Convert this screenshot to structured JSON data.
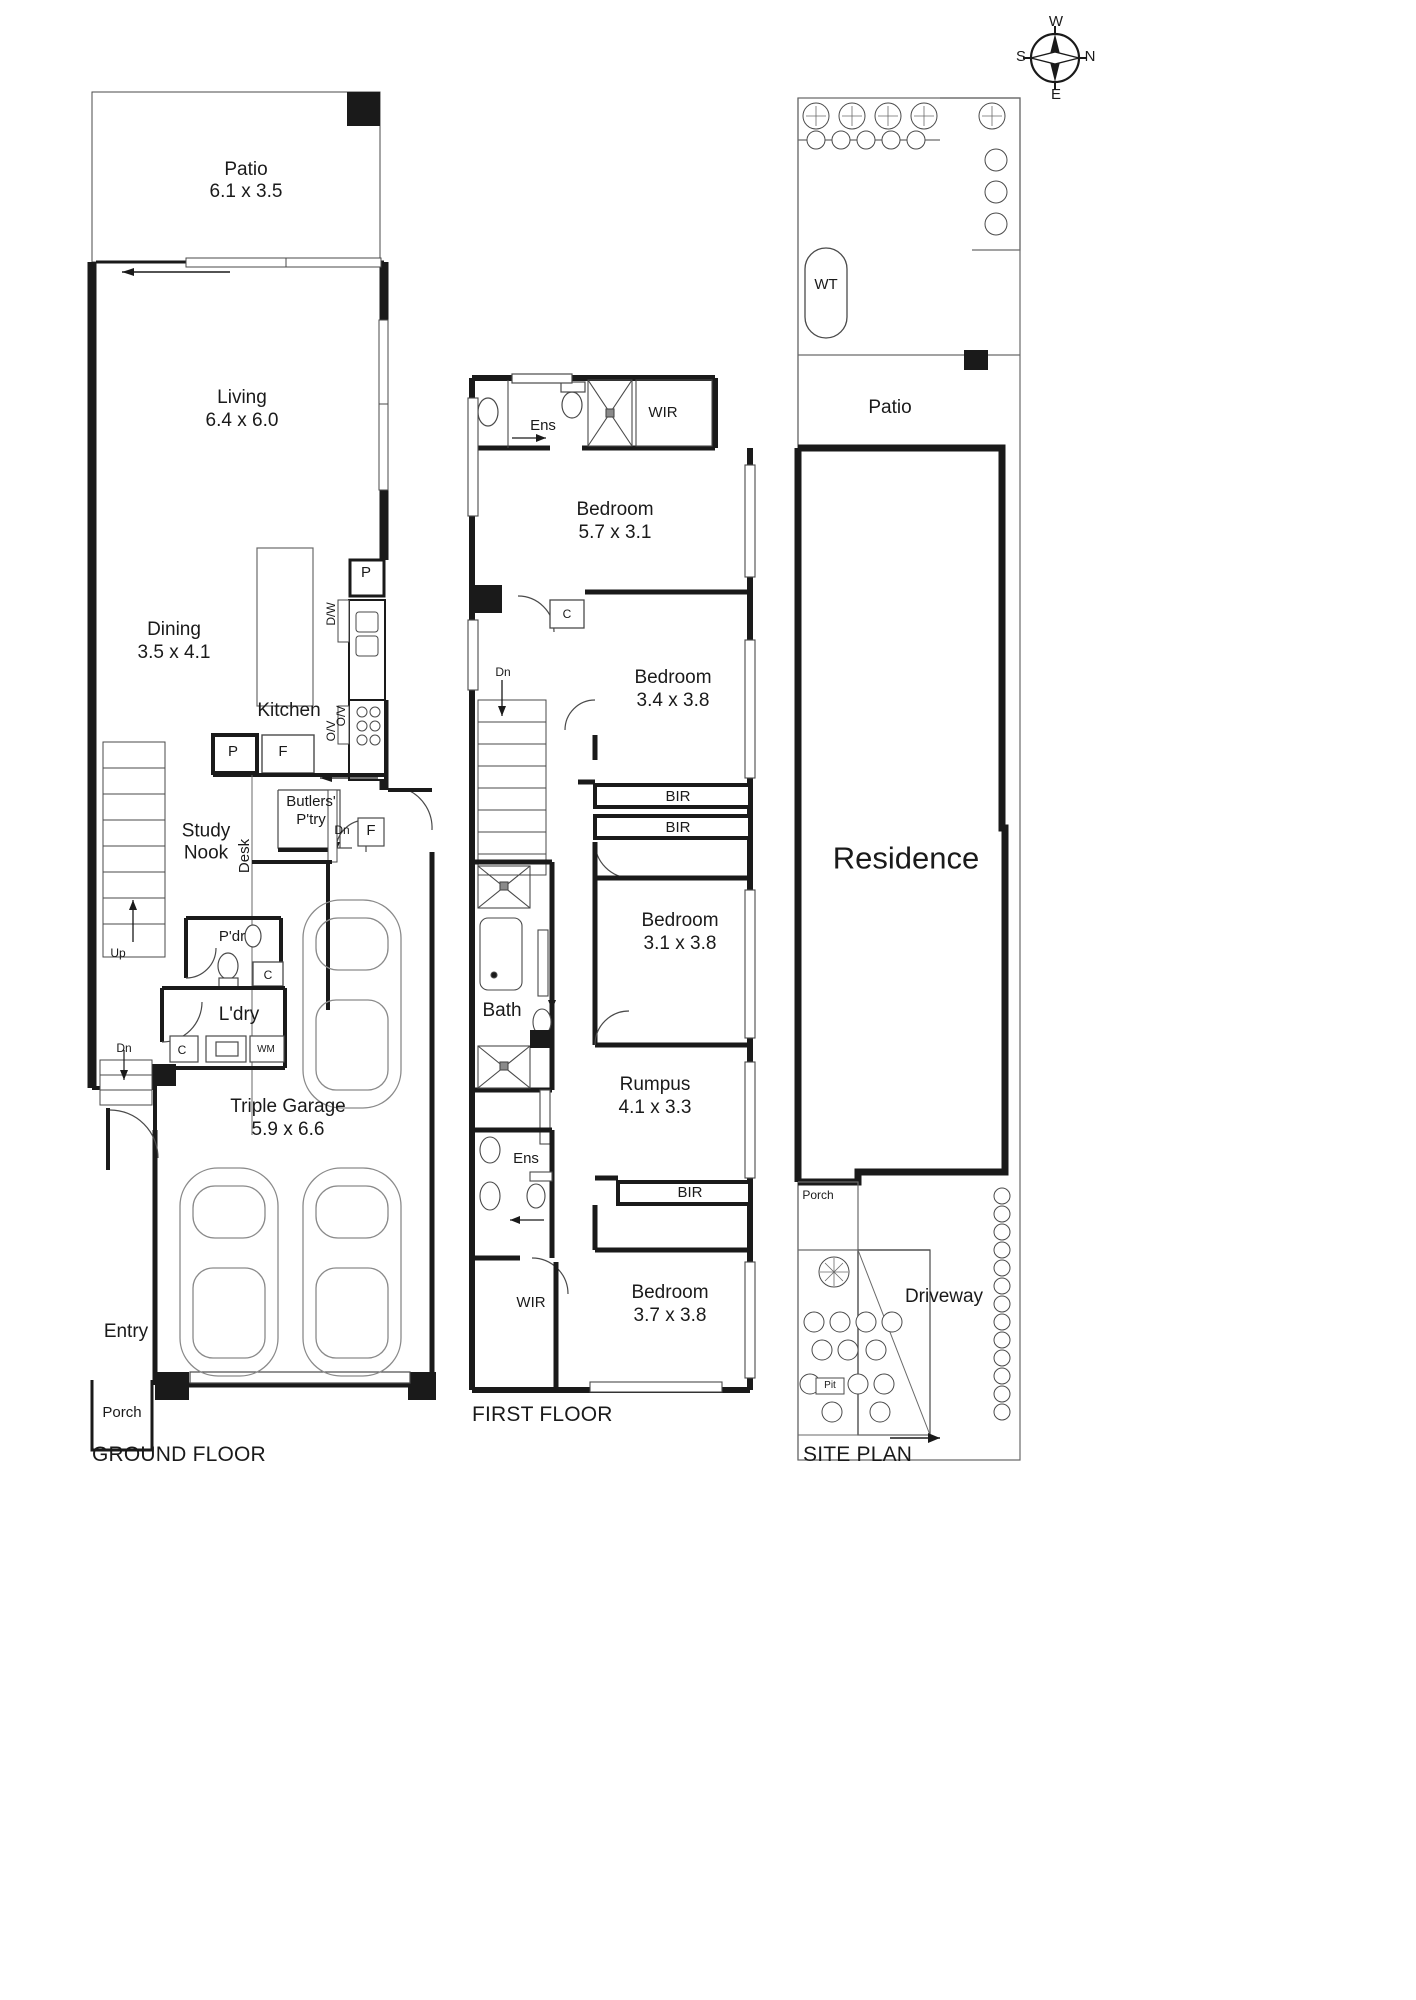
{
  "document": {
    "type": "real-estate-floorplan",
    "sheets": [
      "GROUND FLOOR",
      "FIRST FLOOR",
      "SITE PLAN"
    ]
  },
  "compass": {
    "name": "compass-rose",
    "north": "N",
    "south": "S",
    "east": "E",
    "west": "W"
  },
  "ground_floor": {
    "title": "GROUND FLOOR",
    "rooms": [
      {
        "name": "Patio",
        "dim": "6.1 x 3.5"
      },
      {
        "name": "Living",
        "dim": "6.4 x 6.0"
      },
      {
        "name": "Dining",
        "dim": "3.5 x 4.1"
      },
      {
        "name": "Kitchen",
        "dim": ""
      },
      {
        "name": "Study\nNook",
        "dim": ""
      },
      {
        "name": "L'dry",
        "dim": ""
      },
      {
        "name": "Triple Garage",
        "dim": "5.9 x 6.6"
      },
      {
        "name": "Entry",
        "dim": ""
      },
      {
        "name": "Porch",
        "dim": ""
      }
    ],
    "annotations": [
      {
        "text": "P",
        "role": "pantry"
      },
      {
        "text": "D/W",
        "role": "dishwasher"
      },
      {
        "text": "P",
        "role": "pantry-2"
      },
      {
        "text": "F",
        "role": "fridge"
      },
      {
        "text": "O/V",
        "role": "oven-1"
      },
      {
        "text": "O/V",
        "role": "oven-2"
      },
      {
        "text": "Butlers'\nP'try",
        "role": "butlers-pantry"
      },
      {
        "text": "F",
        "role": "fridge-2"
      },
      {
        "text": "Dn",
        "role": "stair-down-butlers"
      },
      {
        "text": "Desk",
        "role": "desk"
      },
      {
        "text": "Up",
        "role": "stair-up"
      },
      {
        "text": "P'dr",
        "role": "powder-room"
      },
      {
        "text": "C",
        "role": "cupboard-1"
      },
      {
        "text": "C",
        "role": "cupboard-2"
      },
      {
        "text": "WM",
        "role": "washing-machine"
      },
      {
        "text": "Dn",
        "role": "stair-down-entry"
      }
    ]
  },
  "first_floor": {
    "title": "FIRST FLOOR",
    "rooms": [
      {
        "name": "Bedroom",
        "dim": "5.7 x 3.1"
      },
      {
        "name": "Bedroom",
        "dim": "3.4 x 3.8"
      },
      {
        "name": "Bedroom",
        "dim": "3.1 x 3.8"
      },
      {
        "name": "Rumpus",
        "dim": "4.1 x 3.3"
      },
      {
        "name": "Bedroom",
        "dim": "3.7 x 3.8"
      },
      {
        "name": "Bath",
        "dim": ""
      }
    ],
    "annotations": [
      {
        "text": "Ens",
        "role": "ensuite-1"
      },
      {
        "text": "WIR",
        "role": "walk-in-robe-1"
      },
      {
        "text": "C",
        "role": "cupboard-upper"
      },
      {
        "text": "Dn",
        "role": "stair-down"
      },
      {
        "text": "BIR",
        "role": "built-in-robe-1"
      },
      {
        "text": "BIR",
        "role": "built-in-robe-2"
      },
      {
        "text": "BIR",
        "role": "built-in-robe-3"
      },
      {
        "text": "Ens",
        "role": "ensuite-2"
      },
      {
        "text": "WIR",
        "role": "walk-in-robe-2"
      }
    ]
  },
  "site_plan": {
    "title": "SITE PLAN",
    "labels": [
      {
        "text": "WT",
        "role": "water-tank"
      },
      {
        "text": "Patio",
        "role": "patio"
      },
      {
        "text": "Residence",
        "role": "residence"
      },
      {
        "text": "Porch",
        "role": "porch"
      },
      {
        "text": "Driveway",
        "role": "driveway"
      },
      {
        "text": "Pit",
        "role": "pit"
      }
    ]
  },
  "colors": {
    "wall": "#1a1a1a",
    "thin_line": "#4a4a4a",
    "text": "#1a1a1a",
    "background": "#ffffff"
  }
}
